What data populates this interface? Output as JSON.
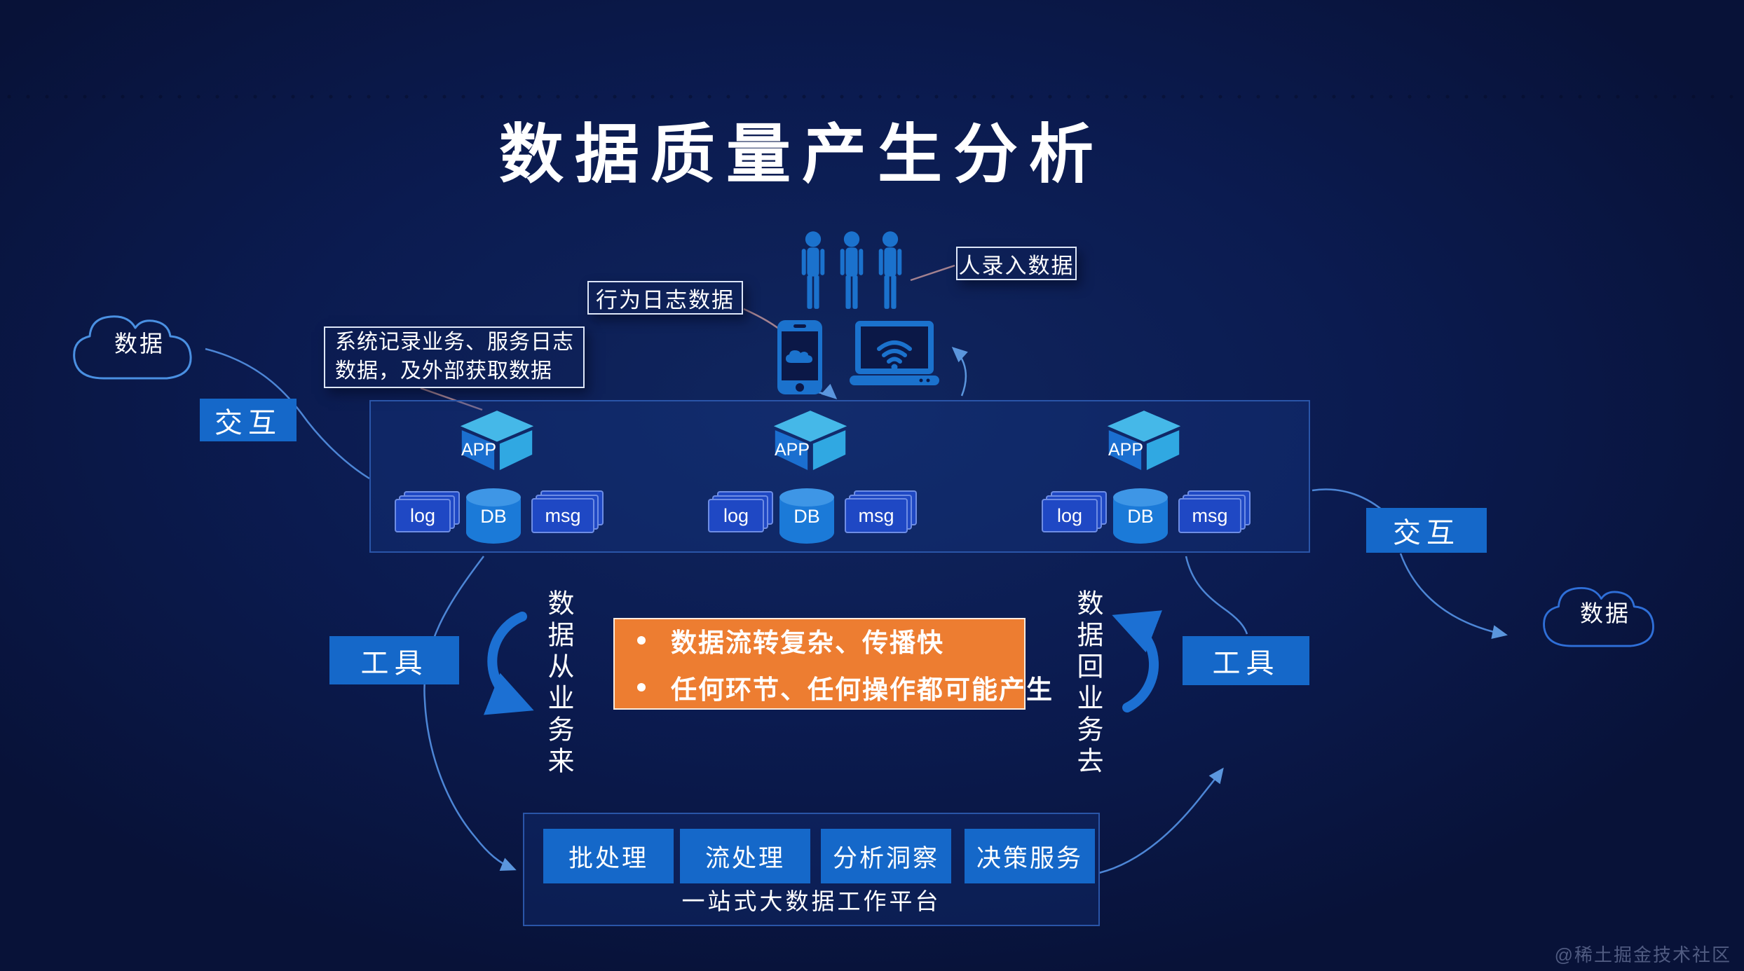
{
  "title": "数据质量产生分析",
  "annotations": {
    "human_input": "人录入数据",
    "behavior_log": "行为日志数据",
    "system_log": [
      "系统记录业务、服务日志",
      "数据，及外部获取数据"
    ]
  },
  "clouds": {
    "left": "数据",
    "right": "数据"
  },
  "actions": {
    "interact_left": "交互",
    "interact_right": "交互",
    "tool_left": "工具",
    "tool_right": "工具"
  },
  "flows": {
    "from_business": "数据从业务来",
    "to_business": "数据回业务去"
  },
  "app_platform": {
    "groups": [
      {
        "app": "APP",
        "log": "log",
        "db": "DB",
        "msg": "msg"
      },
      {
        "app": "APP",
        "log": "log",
        "db": "DB",
        "msg": "msg"
      },
      {
        "app": "APP",
        "log": "log",
        "db": "DB",
        "msg": "msg"
      }
    ]
  },
  "highlight": {
    "bullets": [
      "数据流转复杂、传播快",
      "任何环节、任何操作都可能产生"
    ],
    "color": "#ED7D31"
  },
  "work_platform": {
    "buttons": [
      "批处理",
      "流处理",
      "分析洞察",
      "决策服务"
    ],
    "caption": "一站式大数据工作平台"
  },
  "watermark": "@稀土掘金技术社区",
  "colors": {
    "background": "#0A1747",
    "panel_fill": "#0E2361",
    "panel_border": "#2A55A8",
    "button_blue": "#1568C9",
    "icon_blue": "#1B72CD",
    "cube_top": "#45B8E8",
    "cube_left": "#1B6FD0",
    "cube_right": "#30A8E2",
    "page_blue": "#1F48C4",
    "db_blue": "#1B7AD8",
    "arc_blue": "#1C70D3",
    "line_blue": "#5B96DD",
    "line_rose": "#A3818F",
    "accent_orange": "#ED7D31"
  }
}
